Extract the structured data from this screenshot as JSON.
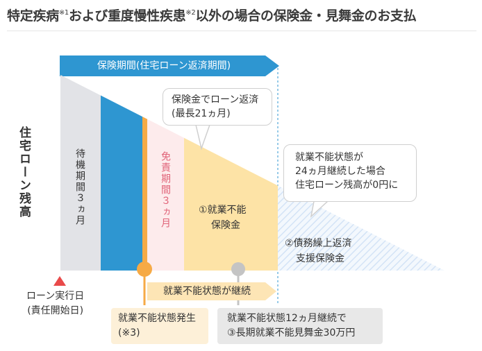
{
  "title": {
    "part1": "特定疾病",
    "note1": "※1",
    "part2": "および重度慢性疾患",
    "note2": "※2",
    "part3": "以外の場合の保険金・見舞金のお支払"
  },
  "top_arrow_label": "保険期間(住宅ローン返済期間)",
  "y_axis_label": "住宅ローン残高",
  "waiting_period": "待機期間３ヵ月",
  "exemption_period": "免責期間３ヵ月",
  "benefit1": {
    "line1": "①就業不能",
    "line2": "保険金"
  },
  "benefit2": {
    "line1": "②債務繰上返済",
    "line2": "支援保険金"
  },
  "bubble_repay": {
    "line1": "保険金でローン返済",
    "line2": "(最長21ヵ月)"
  },
  "bubble_zero": {
    "line1": "就業不能状態が",
    "line2": "24ヵ月継続した場合",
    "line3": "住宅ローン残高が0円に"
  },
  "loan_start": {
    "line1": "ローン実行日",
    "line2": "(責任開始日)"
  },
  "continuing_arrow_label": "就業不能状態が継続",
  "onset_box": {
    "line1": "就業不能状態発生",
    "line2": "(※3)"
  },
  "twelve_month_box": {
    "line1": "就業不能状態12ヵ月継続で",
    "line2": "③長期就業不能見舞金30万円"
  },
  "colors": {
    "blue": "#2e96d1",
    "gray_band": "#e2e3e7",
    "orange": "#f6aa45",
    "pink_band": "#fdebec",
    "yellow_band": "#fde3a6",
    "hatch": "#d3e3f6",
    "red_triangle": "#e94a4a",
    "exemption_text": "#e06277",
    "continue_arrow": "#fde5b5",
    "onset_box": "#fdf0d8",
    "gray_box": "#e8e8e8",
    "gray_dot": "#c4c4c4"
  }
}
